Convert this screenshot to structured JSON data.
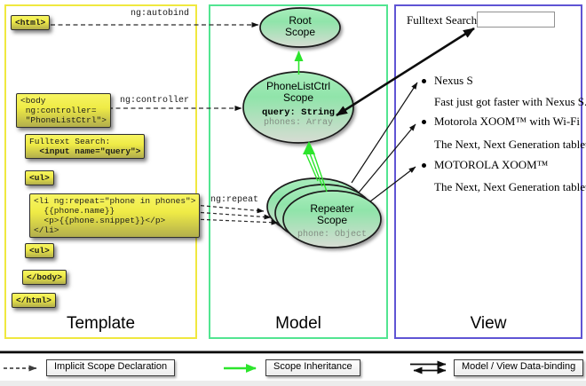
{
  "columns": {
    "template": {
      "title": "Template"
    },
    "model": {
      "title": "Model"
    },
    "view": {
      "title": "View"
    }
  },
  "template": {
    "html_open": "<html>",
    "autobind_label": "ng:autobind",
    "body_line1": "<body",
    "body_line2": " ng:controller=",
    "body_line3": " \"PhoneListCtrl\">",
    "controller_label": "ng:controller",
    "fulltext_line1": "Fulltext Search:",
    "fulltext_line2": "  <input name=\"query\">",
    "ul_open": "<ul>",
    "li_line1": "<li ng:repeat=\"phone in phones\">",
    "li_line2": "  {{phone.name}}",
    "li_line3": "  <p>{{phone.snippet}}</p>",
    "li_line4": "</li>",
    "repeat_label": "ng:repeat",
    "ul_close": "<ul>",
    "body_close": "</body>",
    "html_close": "</html>"
  },
  "model": {
    "root_scope_line1": "Root",
    "root_scope_line2": "Scope",
    "ctrl_scope_line1": "PhoneListCtrl",
    "ctrl_scope_line2": "Scope",
    "ctrl_prop_query": "query: String",
    "ctrl_prop_phones": "phones: Array",
    "repeater_line1": "Repeater",
    "repeater_line2": "Scope",
    "repeater_prop": "phone: Object"
  },
  "view": {
    "search_label": "Fulltext Search:",
    "search_value": "",
    "items": [
      {
        "name": "Nexus S",
        "snippet": "Fast just got faster with Nexus S."
      },
      {
        "name": "Motorola XOOM™ with Wi-Fi",
        "snippet": "The Next, Next Generation tablet."
      },
      {
        "name": "MOTOROLA XOOM™",
        "snippet": "The Next, Next Generation tablet."
      }
    ]
  },
  "legend": {
    "implicit_label": "Implicit Scope Declaration",
    "inheritance_label": "Scope Inheritance",
    "binding_label": "Model / View Data-binding"
  },
  "colors": {
    "template_border": "#f0e83f",
    "model_border": "#52e591",
    "view_border": "#5f54d4",
    "scope_green": "#90e4aa",
    "inheritance_green": "#2ce52c",
    "code_yellow": "#efeb46"
  }
}
